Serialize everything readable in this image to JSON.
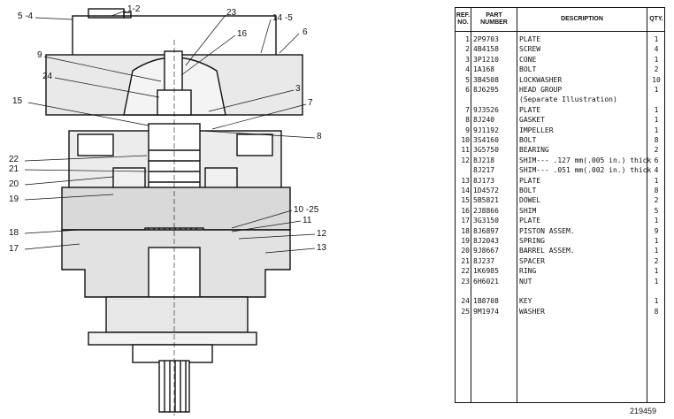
{
  "callouts": [
    "5 -4",
    "1-2",
    "23",
    "14 -5",
    "6",
    "16",
    "9",
    "24",
    "3",
    "15",
    "7",
    "8",
    "22",
    "21",
    "20",
    "19",
    "10 -25",
    "11",
    "18",
    "12",
    "17",
    "13"
  ],
  "table": {
    "headers": {
      "ref": "REF. NO.",
      "part": "PART NUMBER",
      "desc": "DESCRIPTION",
      "qty": "QTY."
    },
    "rows": [
      {
        "ref": "1",
        "part": "2P9703",
        "desc": "PLATE",
        "qty": "1"
      },
      {
        "ref": "2",
        "part": "4B4158",
        "desc": "SCREW",
        "qty": "4"
      },
      {
        "ref": "3",
        "part": "3P1210",
        "desc": "CONE",
        "qty": "1"
      },
      {
        "ref": "4",
        "part": "1A168",
        "desc": "BOLT",
        "qty": "2"
      },
      {
        "ref": "5",
        "part": "3B4508",
        "desc": "LOCKWASHER",
        "qty": "10"
      },
      {
        "ref": "6",
        "part": "8J6295",
        "desc": "HEAD GROUP",
        "qty": "1"
      },
      {
        "ref": "",
        "part": "",
        "desc": "(Separate Illustration)",
        "qty": ""
      },
      {
        "ref": "7",
        "part": "9J3526",
        "desc": "PLATE",
        "qty": "1"
      },
      {
        "ref": "8",
        "part": "8J240",
        "desc": "GASKET",
        "qty": "1"
      },
      {
        "ref": "9",
        "part": "9J1192",
        "desc": "IMPELLER",
        "qty": "1"
      },
      {
        "ref": "10",
        "part": "3S4160",
        "desc": "BOLT",
        "qty": "8"
      },
      {
        "ref": "11",
        "part": "3G5750",
        "desc": "BEARING",
        "qty": "2"
      },
      {
        "ref": "12",
        "part": "8J218",
        "desc": "SHIM--- .127 mm(.005 in.) thick",
        "qty": "6"
      },
      {
        "ref": "",
        "part": "8J217",
        "desc": "SHIM--- .051 mm(.002 in.) thick",
        "qty": "4"
      },
      {
        "ref": "13",
        "part": "8J173",
        "desc": "PLATE",
        "qty": "1"
      },
      {
        "ref": "14",
        "part": "1D4572",
        "desc": "BOLT",
        "qty": "8"
      },
      {
        "ref": "15",
        "part": "5B5821",
        "desc": "DOWEL",
        "qty": "2"
      },
      {
        "ref": "16",
        "part": "2J8866",
        "desc": "SHIM",
        "qty": "5"
      },
      {
        "ref": "17",
        "part": "3G3150",
        "desc": "PLATE",
        "qty": "1"
      },
      {
        "ref": "18",
        "part": "8J6897",
        "desc": "PISTON ASSEM.",
        "qty": "9"
      },
      {
        "ref": "19",
        "part": "8J2043",
        "desc": "SPRING",
        "qty": "1"
      },
      {
        "ref": "20",
        "part": "9J8667",
        "desc": "BARREL ASSEM.",
        "qty": "1"
      },
      {
        "ref": "21",
        "part": "8J237",
        "desc": "SPACER",
        "qty": "2"
      },
      {
        "ref": "22",
        "part": "1K6985",
        "desc": "RING",
        "qty": "1"
      },
      {
        "ref": "23",
        "part": "6H6021",
        "desc": "NUT",
        "qty": "1"
      },
      {
        "ref": "",
        "part": "",
        "desc": "",
        "qty": ""
      },
      {
        "ref": "24",
        "part": "1B8708",
        "desc": "KEY",
        "qty": "1"
      },
      {
        "ref": "25",
        "part": "9M1974",
        "desc": "WASHER",
        "qty": "8"
      }
    ]
  },
  "figure_number": "219459"
}
